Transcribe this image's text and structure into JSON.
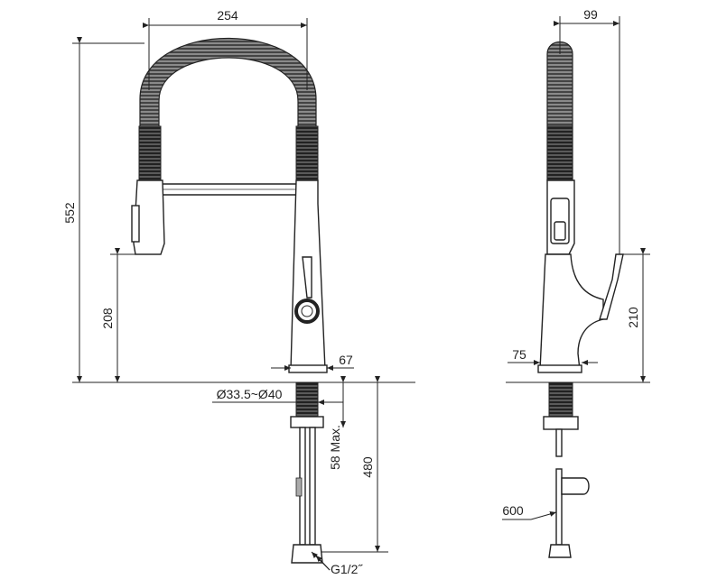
{
  "dimensions": {
    "spout_width": "254",
    "height_total": "552",
    "height_spray": "208",
    "base_width": "67",
    "hole_diameter": "Ø33.5~Ø40",
    "deck_thickness": "58 Max.",
    "hose_length": "480",
    "connector": "G1/2˝",
    "side_depth": "99",
    "side_handle_height": "210",
    "side_base": "75",
    "side_hose": "600"
  },
  "colors": {
    "line": "#222222",
    "coil_dark": "#3a3a3a",
    "coil_light": "#7a7a7a"
  }
}
